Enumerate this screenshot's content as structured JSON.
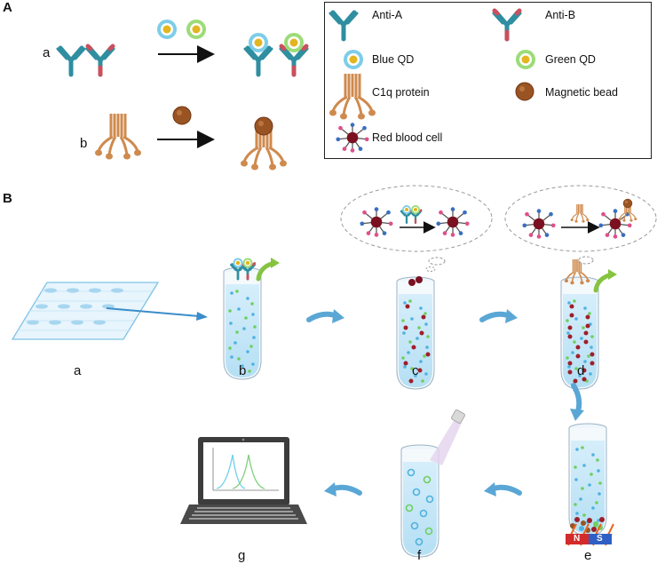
{
  "panel_a": {
    "label": "A",
    "row_a_label": "a",
    "row_b_label": "b"
  },
  "legend": {
    "anti_a": "Anti-A",
    "anti_b": "Anti-B",
    "blue_qd": "Blue QD",
    "green_qd": "Green QD",
    "c1q": "C1q protein",
    "bead": "Magnetic bead",
    "rbc": "Red blood cell"
  },
  "panel_b": {
    "label": "B",
    "steps": [
      "a",
      "b",
      "c",
      "d",
      "e",
      "f",
      "g"
    ],
    "magnet_n": "N",
    "magnet_s": "S"
  },
  "colors": {
    "anti_a": "#2f8ea0",
    "anti_b_tip": "#c9505c",
    "blue_qd_ring": "#7dcde8",
    "green_qd_ring": "#9cdc78",
    "qd_core": "#e3b51f",
    "c1q": "#cf8a4e",
    "bead": "#9a5424",
    "rbc": "#7a1020",
    "arrow_blue": "#5aa7d6"
  }
}
